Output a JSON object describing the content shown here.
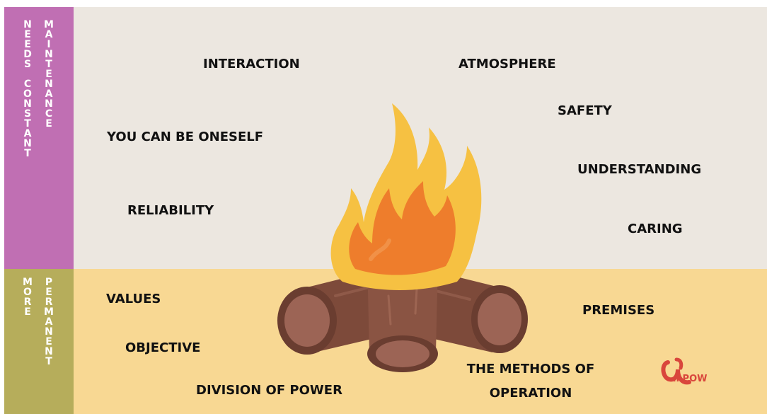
{
  "sidebar": {
    "top_col1": "NEEDS CONSTANT",
    "top_col2": "MAINTENANCE",
    "bottom_col1": "MORE",
    "bottom_col2": "PERMANENT"
  },
  "top_labels": {
    "interaction": "INTERACTION",
    "atmosphere": "ATMOSPHERE",
    "safety": "SAFETY",
    "oneself": "YOU CAN BE ONESELF",
    "understanding": "UNDERSTANDING",
    "reliability": "RELIABILITY",
    "caring": "CARING"
  },
  "bottom_labels": {
    "values": "VALUES",
    "premises": "PREMISES",
    "objective": "OBJECTIVE",
    "methods_line1": "THE METHODS OF",
    "methods_line2": "OPERATION",
    "division": "DIVISION OF POWER"
  },
  "logo": {
    "text": "mPOW",
    "mark": "u"
  },
  "colors": {
    "top_background": "#ece7e0",
    "bottom_background": "#f8d893",
    "sidebar_top": "#c06fb3",
    "sidebar_bottom": "#b6ad5b",
    "flame_outer": "#f6c142",
    "flame_inner": "#ee7d2c",
    "log": "#7d4a3a",
    "logo": "#d9463c"
  }
}
